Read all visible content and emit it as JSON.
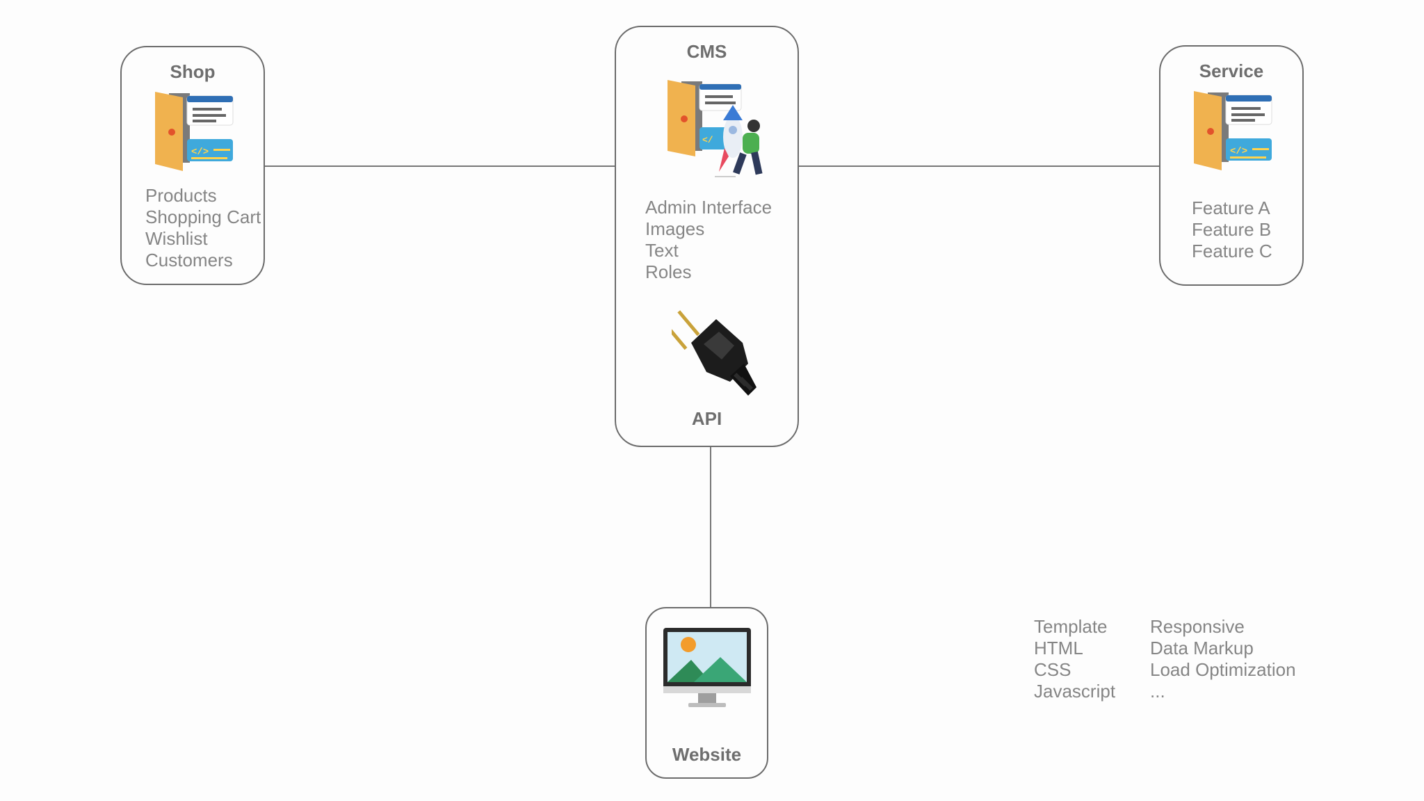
{
  "shop": {
    "title": "Shop",
    "items": [
      "Products",
      "Shopping Cart",
      "Wishlist",
      "Customers"
    ],
    "icon": "door-code-window-icon"
  },
  "cms": {
    "title": "CMS",
    "items": [
      "Admin Interface",
      "Images",
      "Text",
      "Roles"
    ],
    "api_label": "API",
    "icons": [
      "door-code-rocket-icon",
      "power-plug-icon"
    ]
  },
  "service": {
    "title": "Service",
    "items": [
      "Feature A",
      "Feature B",
      "Feature C"
    ],
    "icon": "door-code-window-icon"
  },
  "website": {
    "title": "Website",
    "icon": "monitor-landscape-icon"
  },
  "notes": {
    "col1": [
      "Template",
      "HTML",
      "CSS",
      "Javascript"
    ],
    "col2": [
      "Responsive",
      "Data Markup",
      "Load Optimization",
      "..."
    ]
  },
  "colors": {
    "door": "#f0b24f",
    "window_blue": "#2f6fb5",
    "code_badge": "#3fa9dc",
    "line": "#777777"
  }
}
